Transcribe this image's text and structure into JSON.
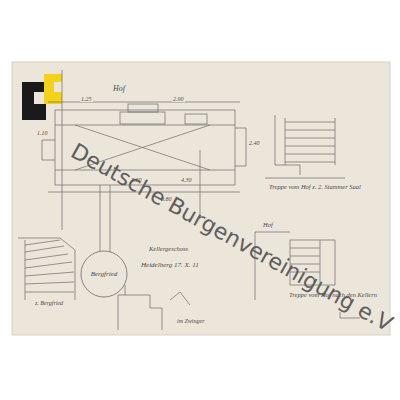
{
  "diagram": {
    "nodes": [
      {
        "text": [
          "Bergfried"
        ]
      }
    ],
    "labels": [
      "Hof",
      "2.90",
      "1.25",
      "3.60",
      "4.30",
      "1.10",
      "2.40",
      "0.80",
      "Treppe vom Hof z. 2. Stammer Saal",
      "Treppe vom Hof nach den Kellern",
      "Kellergeschoss",
      "Heidelberg 17. X. 11",
      "z. Bergfried",
      "im Zwinger",
      "Hof",
      "Deutsche Burgenvereinigung e.V"
    ]
  }
}
